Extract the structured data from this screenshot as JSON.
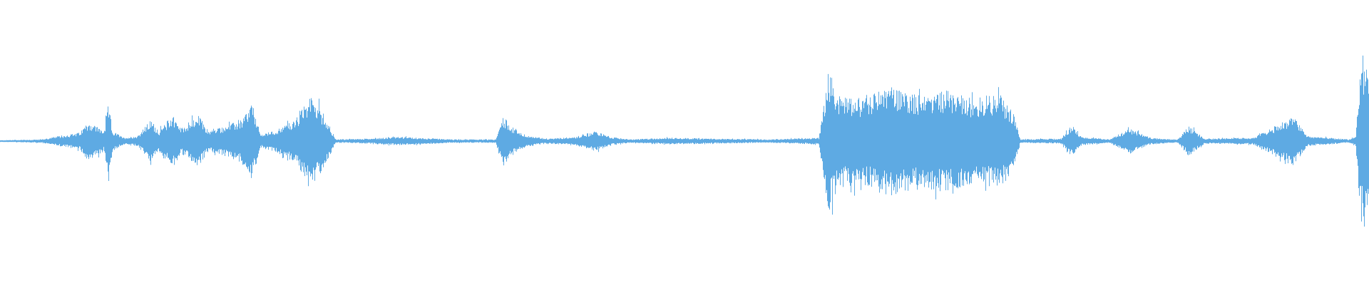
{
  "chart_data": {
    "type": "area",
    "title": "",
    "xlabel": "",
    "ylabel": "",
    "grid": false,
    "legend": "none",
    "series": [
      {
        "color": "#5eaae3",
        "x_range": [
          0,
          1
        ],
        "y_range": [
          -1,
          1
        ],
        "envelope": [
          [
            0.0,
            0.01
          ],
          [
            0.03,
            0.02
          ],
          [
            0.04,
            0.05
          ],
          [
            0.058,
            0.1
          ],
          [
            0.064,
            0.23
          ],
          [
            0.07,
            0.18
          ],
          [
            0.076,
            0.12
          ],
          [
            0.079,
            0.45
          ],
          [
            0.082,
            0.12
          ],
          [
            0.09,
            0.04
          ],
          [
            0.1,
            0.06
          ],
          [
            0.11,
            0.25
          ],
          [
            0.116,
            0.12
          ],
          [
            0.126,
            0.32
          ],
          [
            0.132,
            0.15
          ],
          [
            0.145,
            0.3
          ],
          [
            0.152,
            0.12
          ],
          [
            0.168,
            0.2
          ],
          [
            0.176,
            0.25
          ],
          [
            0.184,
            0.45
          ],
          [
            0.19,
            0.08
          ],
          [
            0.2,
            0.12
          ],
          [
            0.215,
            0.25
          ],
          [
            0.228,
            0.55
          ],
          [
            0.24,
            0.2
          ],
          [
            0.245,
            0.02
          ],
          [
            0.27,
            0.03
          ],
          [
            0.29,
            0.05
          ],
          [
            0.33,
            0.02
          ],
          [
            0.362,
            0.02
          ],
          [
            0.367,
            0.3
          ],
          [
            0.375,
            0.15
          ],
          [
            0.385,
            0.06
          ],
          [
            0.4,
            0.03
          ],
          [
            0.42,
            0.05
          ],
          [
            0.435,
            0.12
          ],
          [
            0.445,
            0.05
          ],
          [
            0.46,
            0.02
          ],
          [
            0.49,
            0.04
          ],
          [
            0.52,
            0.03
          ],
          [
            0.56,
            0.02
          ],
          [
            0.598,
            0.04
          ],
          [
            0.605,
            0.85
          ],
          [
            0.612,
            0.55
          ],
          [
            0.63,
            0.5
          ],
          [
            0.65,
            0.65
          ],
          [
            0.67,
            0.55
          ],
          [
            0.69,
            0.6
          ],
          [
            0.71,
            0.5
          ],
          [
            0.73,
            0.55
          ],
          [
            0.74,
            0.35
          ],
          [
            0.745,
            0.02
          ],
          [
            0.775,
            0.03
          ],
          [
            0.782,
            0.18
          ],
          [
            0.79,
            0.05
          ],
          [
            0.81,
            0.02
          ],
          [
            0.825,
            0.15
          ],
          [
            0.84,
            0.04
          ],
          [
            0.86,
            0.02
          ],
          [
            0.868,
            0.18
          ],
          [
            0.88,
            0.03
          ],
          [
            0.915,
            0.04
          ],
          [
            0.925,
            0.12
          ],
          [
            0.944,
            0.3
          ],
          [
            0.955,
            0.06
          ],
          [
            0.985,
            0.02
          ],
          [
            0.99,
            0.05
          ],
          [
            0.994,
            0.97
          ],
          [
            1.0,
            0.85
          ]
        ]
      }
    ]
  }
}
